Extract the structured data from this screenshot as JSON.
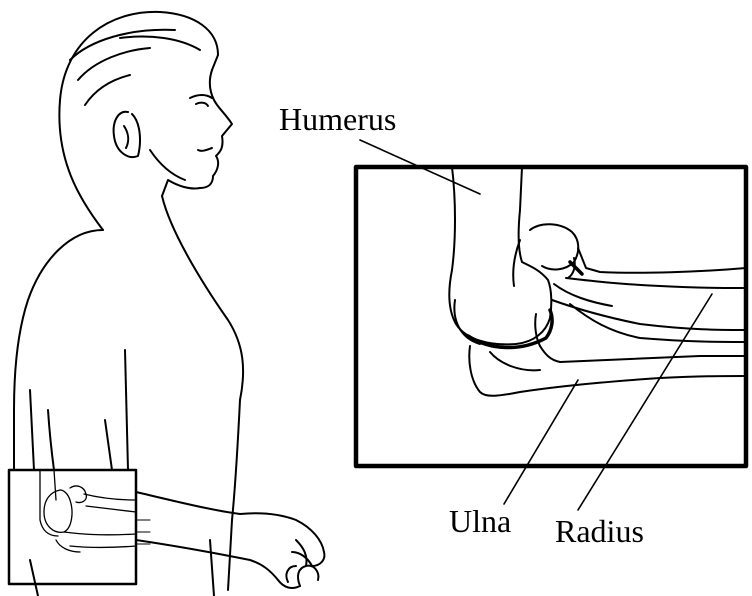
{
  "labels": {
    "humerus": "Humerus",
    "ulna": "Ulna",
    "radius": "Radius"
  },
  "colors": {
    "line": "#000000",
    "background": "#ffffff"
  }
}
